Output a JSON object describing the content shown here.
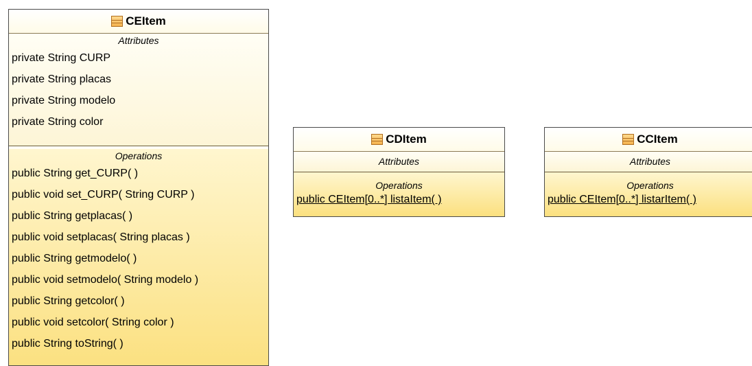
{
  "classes": [
    {
      "name": "CEItem",
      "attributes_title": "Attributes",
      "attributes": [
        "private String CURP",
        "private String placas",
        "private String modelo",
        "private String color"
      ],
      "operations_title": "Operations",
      "operations": [
        "public String  get_CURP( )",
        "public void  set_CURP( String CURP )",
        "public String  getplacas( )",
        "public void  setplacas( String placas )",
        "public String  getmodelo( )",
        "public void  setmodelo( String modelo )",
        "public String  getcolor( )",
        "public void  setcolor( String color )",
        "public String  toString( )"
      ]
    },
    {
      "name": "CDItem",
      "attributes_title": "Attributes",
      "attributes": [],
      "operations_title": "Operations",
      "operations": [
        "public CEItem[0..*]  listaItem( )"
      ]
    },
    {
      "name": "CCItem",
      "attributes_title": "Attributes",
      "attributes": [],
      "operations_title": "Operations",
      "operations": [
        "public CEItem[0..*]  listarItem( )"
      ]
    }
  ],
  "colors": {
    "border": "#4a4a4a",
    "attributes_bg": "#fdf5d6",
    "operations_bg": "#fbe07f",
    "class_icon": "#f4b24f"
  },
  "icons": {
    "class": "uml-class-icon"
  }
}
